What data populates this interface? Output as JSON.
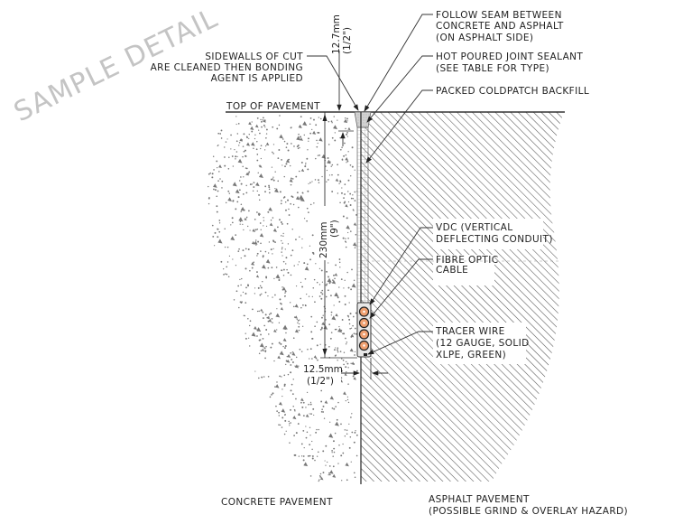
{
  "watermark": "SAMPLE DETAIL",
  "labels": {
    "sidewalls": [
      "SIDEWALLS OF CUT",
      "ARE CLEANED THEN BONDING",
      "AGENT IS APPLIED"
    ],
    "top_of_pavement": "TOP OF PAVEMENT",
    "follow_seam": [
      "FOLLOW SEAM BETWEEN",
      "CONCRETE AND ASPHALT",
      "(ON ASPHALT SIDE)"
    ],
    "sealant": [
      "HOT POURED JOINT SEALANT",
      "(SEE TABLE FOR TYPE)"
    ],
    "backfill": "PACKED COLDPATCH BACKFILL",
    "vdc": [
      "VDC (VERTICAL",
      "DEFLECTING CONDUIT)"
    ],
    "fibre": [
      "FIBRE OPTIC",
      "CABLE"
    ],
    "tracer": [
      "TRACER WIRE",
      "(12 GAUGE, SOLID",
      "XLPE, GREEN)"
    ],
    "concrete": "CONCRETE PAVEMENT",
    "asphalt": [
      "ASPHALT PAVEMENT",
      "(POSSIBLE GRIND & OVERLAY HAZARD)"
    ]
  },
  "dimensions": {
    "sealant_depth": [
      "12.7mm",
      "(1/2\")"
    ],
    "trench_depth": [
      "230mm",
      "(9\")"
    ],
    "trench_width": [
      "12.5mm",
      "(1/2\")"
    ]
  },
  "conduit_count": 4,
  "colors": {
    "line": "#333333",
    "hatch": "#555555",
    "concrete_dots": "#777777",
    "sealant": "#cfcfcf",
    "conduit_fill": "#f0a070",
    "watermark": "#c4c4c4"
  }
}
